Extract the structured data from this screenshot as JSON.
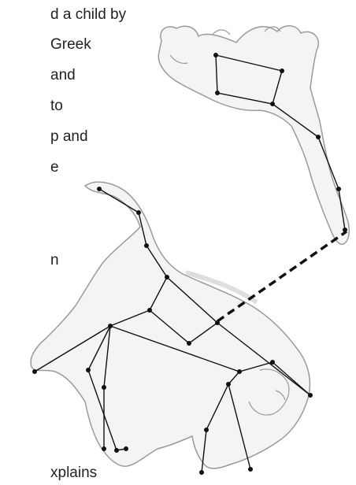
{
  "text_lines": [
    "d a child by",
    "Greek",
    "and",
    "to",
    "p and",
    "e",
    "n",
    "xplains"
  ],
  "illustration": {
    "subject": "constellation-figures-ursa-major-ursa-minor",
    "figure_fill": "#f4f4f2",
    "figure_outline": "#9a9a9a",
    "star_color": "#111111",
    "line_color": "#111111"
  }
}
